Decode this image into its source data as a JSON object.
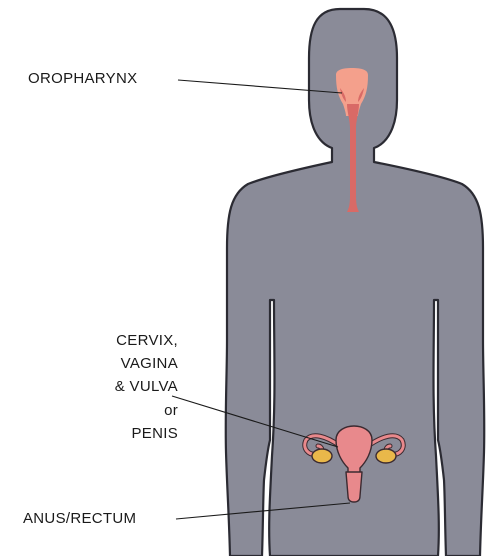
{
  "labels": {
    "oropharynx": "OROPHARYNX",
    "genital_lines": [
      "CERVIX,",
      "VAGINA",
      "& VULVA",
      "or",
      "PENIS"
    ],
    "anus_rectum": "ANUS/RECTUM"
  },
  "colors": {
    "body_fill": "#8a8b98",
    "body_outline": "#2b2b33",
    "throat_fill": "#f4a08c",
    "esophagus_fill": "#d96a66",
    "reproductive_fill": "#e8898c",
    "reproductive_outline": "#3b2a30",
    "ovary_fill": "#e9b84a",
    "leader_line": "#1a1a1a"
  },
  "icons": [
    "human-silhouette",
    "throat-oropharynx",
    "female-reproductive-organs"
  ]
}
